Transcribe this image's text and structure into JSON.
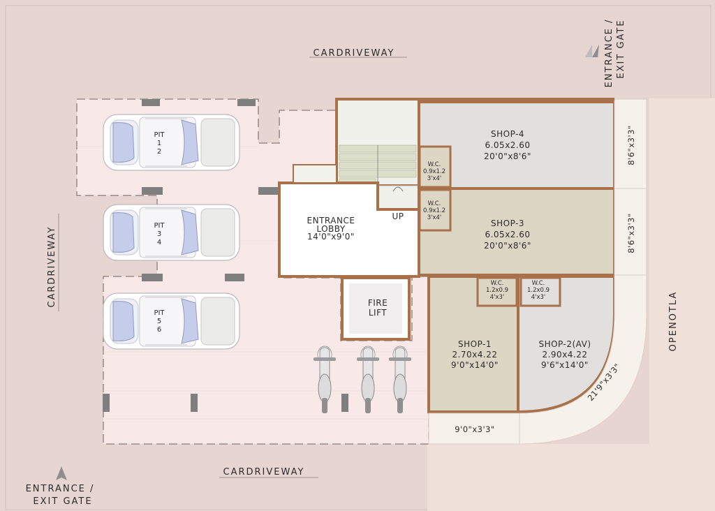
{
  "roads": {
    "top": "CARDRIVEWAY",
    "left": "CARDRIVEWAY",
    "bottom": "CARDRIVEWAY",
    "right": "OPENOTLA"
  },
  "entrance_top": {
    "line1": "ENTRANCE /",
    "line2": "EXIT GATE"
  },
  "entrance_bottom": {
    "line1": "ENTRANCE /",
    "line2": "EXIT GATE"
  },
  "parking": [
    {
      "title": "PIT",
      "a": "1",
      "b": "2"
    },
    {
      "title": "PIT",
      "a": "3",
      "b": "4"
    },
    {
      "title": "PIT",
      "a": "5",
      "b": "6"
    }
  ],
  "lobby": {
    "name": "ENTRANCE",
    "name2": "LOBBY",
    "size": "14'0\"x9'0\"",
    "up": "UP"
  },
  "lift": {
    "line1": "FIRE",
    "line2": "LIFT"
  },
  "shops": {
    "shop4": {
      "name": "SHOP-4",
      "metric": "6.05x2.60",
      "imperial": "20'0\"x8'6\""
    },
    "shop3": {
      "name": "SHOP-3",
      "metric": "6.05x2.60",
      "imperial": "20'0\"x8'6\""
    },
    "shop1": {
      "name": "SHOP-1",
      "metric": "2.70x4.22",
      "imperial": "9'0\"x14'0\""
    },
    "shop2": {
      "name": "SHOP-2(AV)",
      "metric": "2.90x4.22",
      "imperial": "9'6\"x14'0\""
    }
  },
  "wc": [
    {
      "title": "W.C.",
      "metric": "0.9x1.2",
      "imperial": "3'x4'"
    },
    {
      "title": "W.C.",
      "metric": "0.9x1.2",
      "imperial": "3'x4'"
    },
    {
      "title": "W.C.",
      "metric": "1.2x0.9",
      "imperial": "4'x3'"
    },
    {
      "title": "W.C.",
      "metric": "1.2x0.9",
      "imperial": "4'x3'"
    }
  ],
  "dims": {
    "right1": "8'6\"x3'3\"",
    "right2": "8'6\"x3'3\"",
    "bottom": "9'0\"x3'3\"",
    "curve": "21'9\"x3'3\""
  },
  "colors": {
    "site": "#e6d5d0",
    "parking_floor": "#f8e9e8",
    "wall": "#a8714a",
    "shop_grey": "#e2e0de",
    "shop_beige": "#dcd6c5",
    "lobby": "#ffffff"
  }
}
